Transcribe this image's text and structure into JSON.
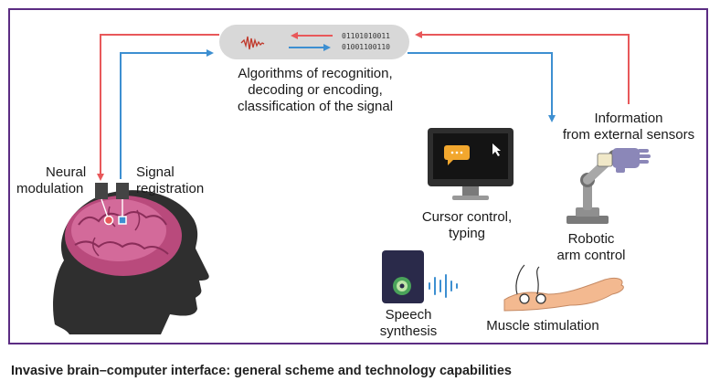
{
  "processor": {
    "bits_line1": "01101010011",
    "bits_line2": "01001100110",
    "label_line1": "Algorithms of recognition,",
    "label_line2": "decoding or encoding,",
    "label_line3": "classification of the signal"
  },
  "brain": {
    "neural_line1": "Neural",
    "neural_line2": "modulation",
    "signal_line1": "Signal",
    "signal_line2": "registration"
  },
  "sensors": {
    "line1": "Information",
    "line2": "from external sensors"
  },
  "cursor": {
    "line1": "Cursor control,",
    "line2": "typing"
  },
  "robotic": {
    "line1": "Robotic",
    "line2": "arm control"
  },
  "speech": {
    "line1": "Speech",
    "line2": "synthesis"
  },
  "muscle": {
    "line1": "Muscle stimulation"
  },
  "caption": "Invasive brain–computer interface: general scheme and technology capabilities",
  "colors": {
    "frame": "#5b2c83",
    "red_arrow": "#e8585a",
    "blue_arrow": "#3d8fd1"
  }
}
